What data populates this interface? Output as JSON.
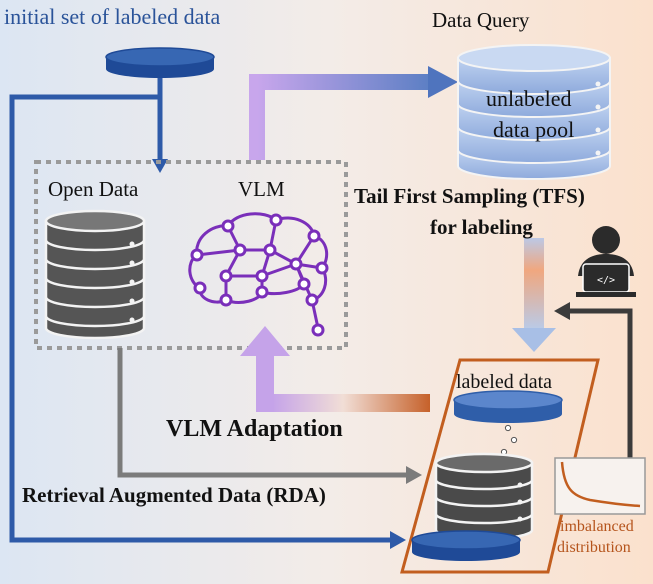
{
  "labels": {
    "initial_set": "initial set of labeled data",
    "data_query": "Data Query",
    "pool_line1": "unlabeled",
    "pool_line2": "data pool",
    "open_data": "Open Data",
    "vlm": "VLM",
    "tfs_line1": "Tail First Sampling (TFS)",
    "tfs_line2": "for labeling",
    "labeled_data": "labeled data",
    "vlm_adaptation": "VLM Adaptation",
    "rda": "Retrieval Augmented Data (RDA)",
    "imbalanced_line1": "imbalanced",
    "imbalanced_line2": "distribution"
  },
  "icons": [
    "database-icon",
    "neural-network-icon",
    "person-laptop-icon",
    "code-icon"
  ],
  "colors": {
    "blue_flow": "#2e5aa8",
    "gray_flow": "#7b7b7b",
    "dark_flow": "#3b3b3b",
    "orange": "#c25e1f",
    "purple": "#8a3cc4",
    "pool_blue": "#a9c1e8"
  }
}
